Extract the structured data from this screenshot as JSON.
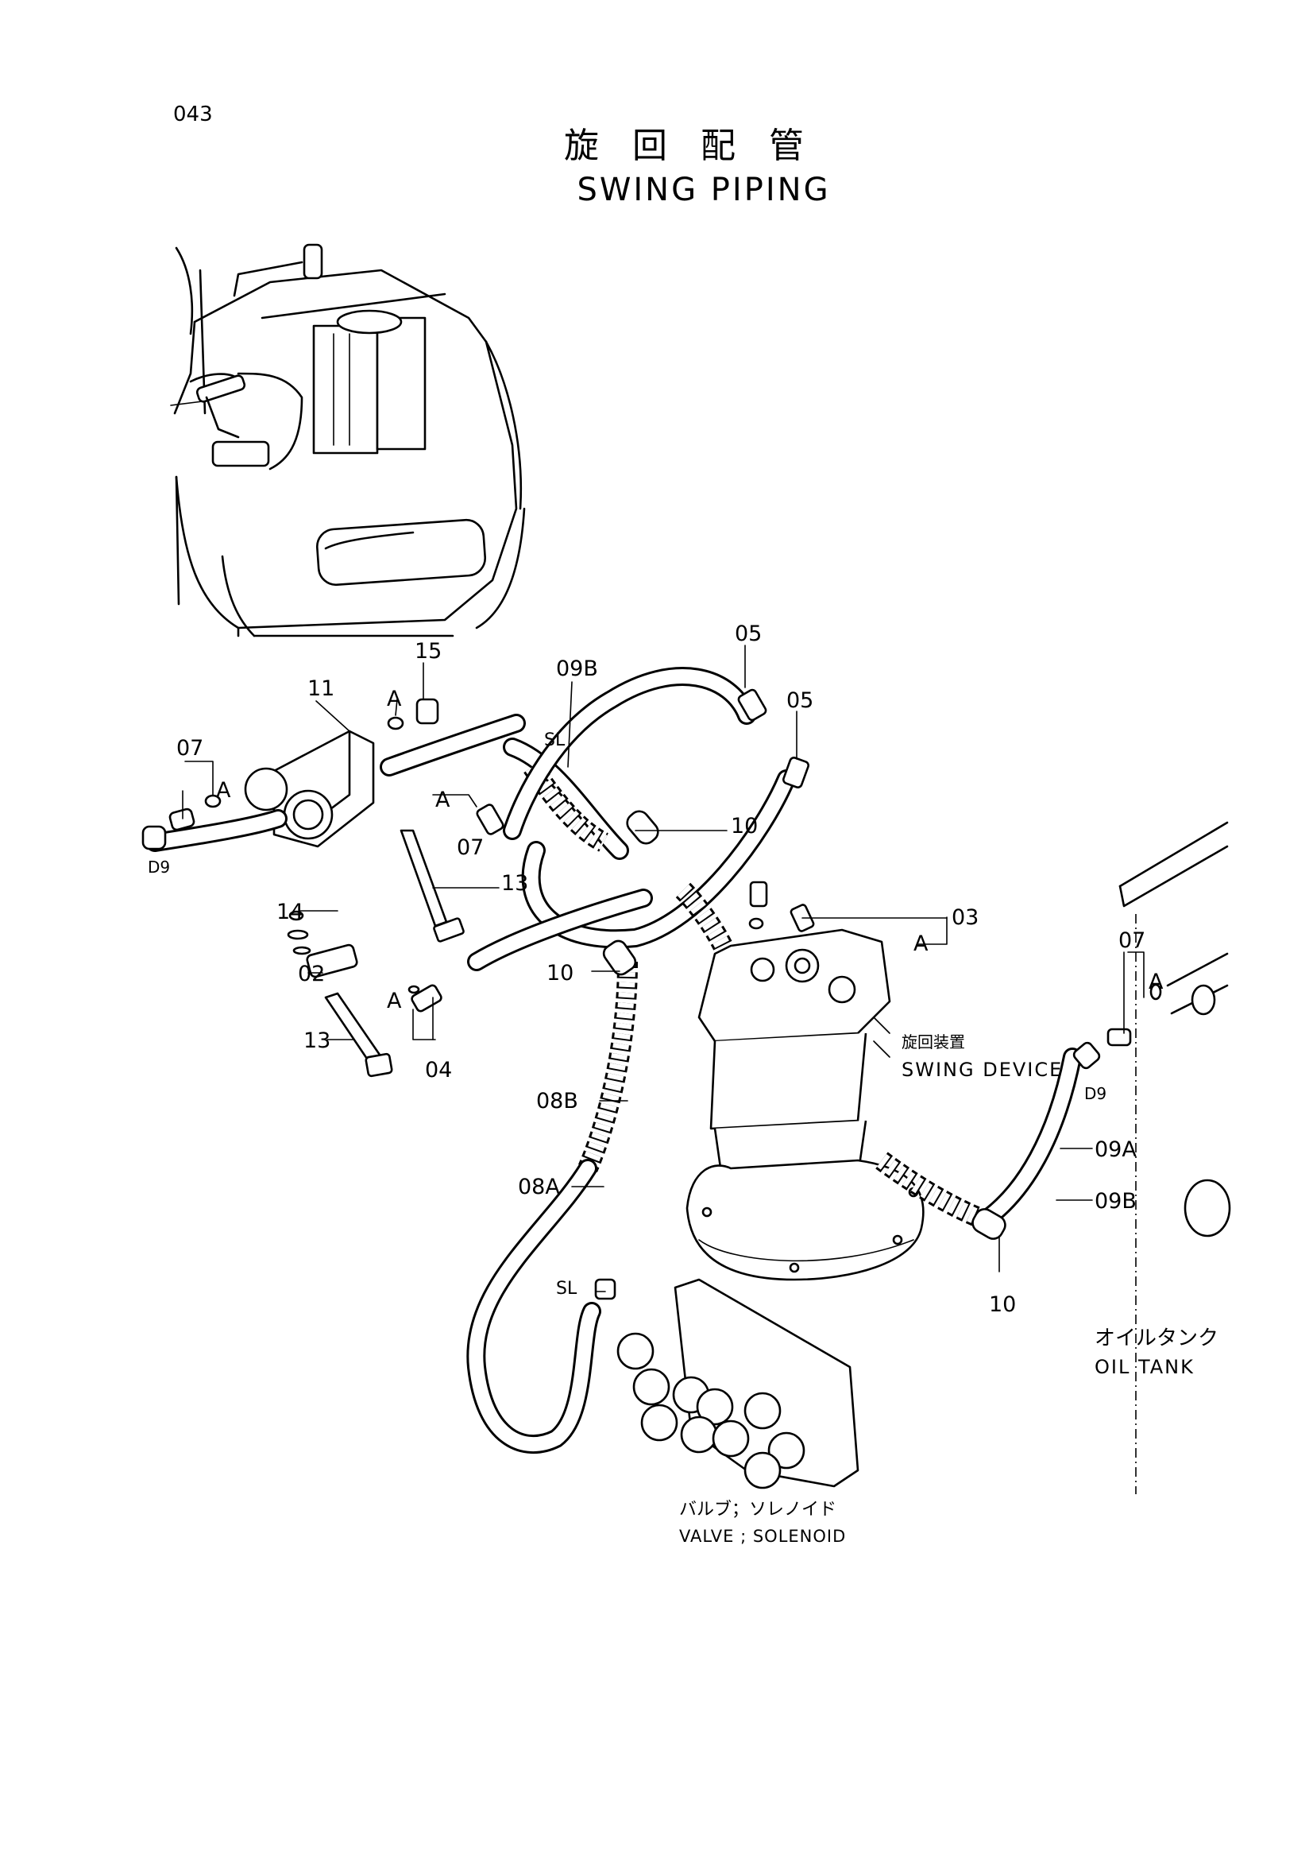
{
  "page_number": "043",
  "title_jp": "旋 回 配 管",
  "title_en": "SWING PIPING",
  "captions": {
    "swing_device_jp": "旋回装置",
    "swing_device_en": "SWING DEVICE",
    "oil_tank_jp": "オイルタンク",
    "oil_tank_en": "OIL TANK",
    "valve_jp": "バルブ；ソレノイド",
    "valve_en": "VALVE ; SOLENOID"
  },
  "callouts": [
    {
      "id": "15",
      "text": "15"
    },
    {
      "id": "11",
      "text": "11"
    },
    {
      "id": "07-left",
      "text": "07"
    },
    {
      "id": "a-left-07",
      "text": "A"
    },
    {
      "id": "a-15",
      "text": "A"
    },
    {
      "id": "a-center-07",
      "text": "A"
    },
    {
      "id": "07-center",
      "text": "07"
    },
    {
      "id": "09b-top",
      "text": "09B"
    },
    {
      "id": "sl-top",
      "text": "SL"
    },
    {
      "id": "05-top",
      "text": "05"
    },
    {
      "id": "05-right",
      "text": "05"
    },
    {
      "id": "10-top",
      "text": "10"
    },
    {
      "id": "13-top",
      "text": "13"
    },
    {
      "id": "14",
      "text": "14"
    },
    {
      "id": "02",
      "text": "02"
    },
    {
      "id": "13-bottom",
      "text": "13"
    },
    {
      "id": "a-04",
      "text": "A"
    },
    {
      "id": "04",
      "text": "04"
    },
    {
      "id": "10-left",
      "text": "10"
    },
    {
      "id": "03",
      "text": "03"
    },
    {
      "id": "a-03",
      "text": "A"
    },
    {
      "id": "08b",
      "text": "08B"
    },
    {
      "id": "08a",
      "text": "08A"
    },
    {
      "id": "sl-bottom",
      "text": "SL"
    },
    {
      "id": "07-right",
      "text": "07"
    },
    {
      "id": "a-right",
      "text": "A"
    },
    {
      "id": "d9-right",
      "text": "D9"
    },
    {
      "id": "d9-left",
      "text": "D9"
    },
    {
      "id": "09a",
      "text": "09A"
    },
    {
      "id": "09b-right",
      "text": "09B"
    },
    {
      "id": "10-bottom",
      "text": "10"
    }
  ]
}
